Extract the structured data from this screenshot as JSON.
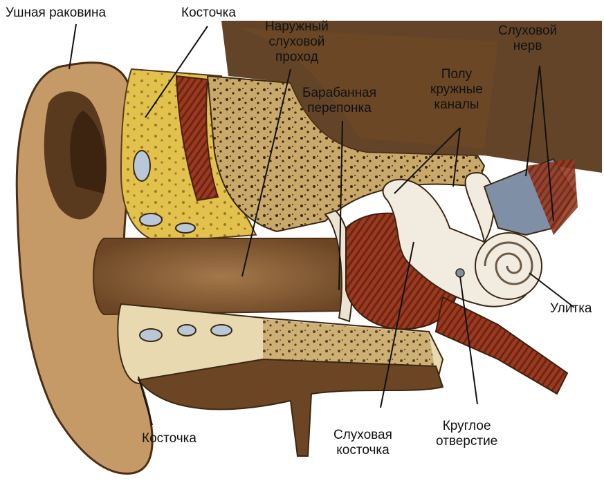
{
  "labels": {
    "ear_shell": "Ушная раковина",
    "bone_top": "Косточка",
    "ear_canal": [
      "Наружный",
      "слуховой",
      "проход"
    ],
    "eardrum": [
      "Барабанная",
      "перепонка"
    ],
    "semicircular": [
      "Полу",
      "кружные",
      "каналы"
    ],
    "auditory_nerve": [
      "Слуховой",
      "нерв"
    ],
    "cochlea": "Улитка",
    "round_window": [
      "Круглое",
      "отверстие"
    ],
    "ossicle": [
      "Слуховая",
      "косточка"
    ],
    "bone_bottom": "Косточка"
  },
  "colors": {
    "skin_dark": "#5a3a1e",
    "skin_mid": "#8b5e34",
    "skin_light": "#d8b88e",
    "bone_yellow": "#e3c24a",
    "bone_beige": "#e9d9b0",
    "muscle_red": "#9c3a22",
    "cochlea_white": "#f2ece0",
    "nerve_blue": "#7f8fa6"
  }
}
